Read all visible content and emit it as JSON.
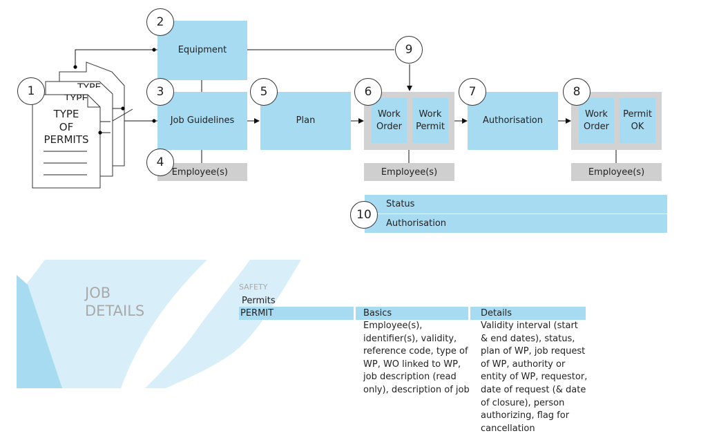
{
  "documents": {
    "front_lines": [
      "TYPE",
      "OF",
      "PERMITS"
    ],
    "back_text": "TYPE"
  },
  "steps": {
    "s1": "1",
    "s2": "2",
    "s3": "3",
    "s4": "4",
    "s5": "5",
    "s6": "6",
    "s7": "7",
    "s8": "8",
    "s9": "9",
    "s10": "10"
  },
  "boxes": {
    "equipment": "Equipment",
    "job_guidelines": "Job Guidelines",
    "plan": "Plan",
    "work_order": "Work Order",
    "work_permit": "Work Permit",
    "authorisation": "Authorisation",
    "work_order_2": "Work Order",
    "permit_ok": "Permit OK"
  },
  "employee_bars": {
    "a": "Employee(s)",
    "b": "Employee(s)",
    "c": "Employee(s)"
  },
  "status_bars": {
    "status": "Status",
    "authorisation": "Authorisation"
  },
  "job_details": {
    "title_line1": "JOB",
    "title_line2": "DETAILS",
    "safety": "SAFETY",
    "permits": "Permits",
    "permit": "PERMIT",
    "basics_header": "Basics",
    "details_header": "Details",
    "basics_lines": [
      "Employee(s),",
      "identifier(s), validity,",
      "reference code, type of",
      "WP, WO linked to WP,",
      "job description (read",
      "only), description of job"
    ],
    "details_lines": [
      "Validity interval (start",
      "& end dates), status,",
      "plan of WP, job request",
      "of WP, authority or",
      "entity of WP, requestor,",
      "date of request (& date",
      "of closure), person",
      "authorizing, flag for",
      "cancellation"
    ]
  },
  "colors": {
    "accent_blue": "#a7dbf2",
    "pale_blue": "#d3ecf8",
    "gray": "#d2d2d3"
  }
}
